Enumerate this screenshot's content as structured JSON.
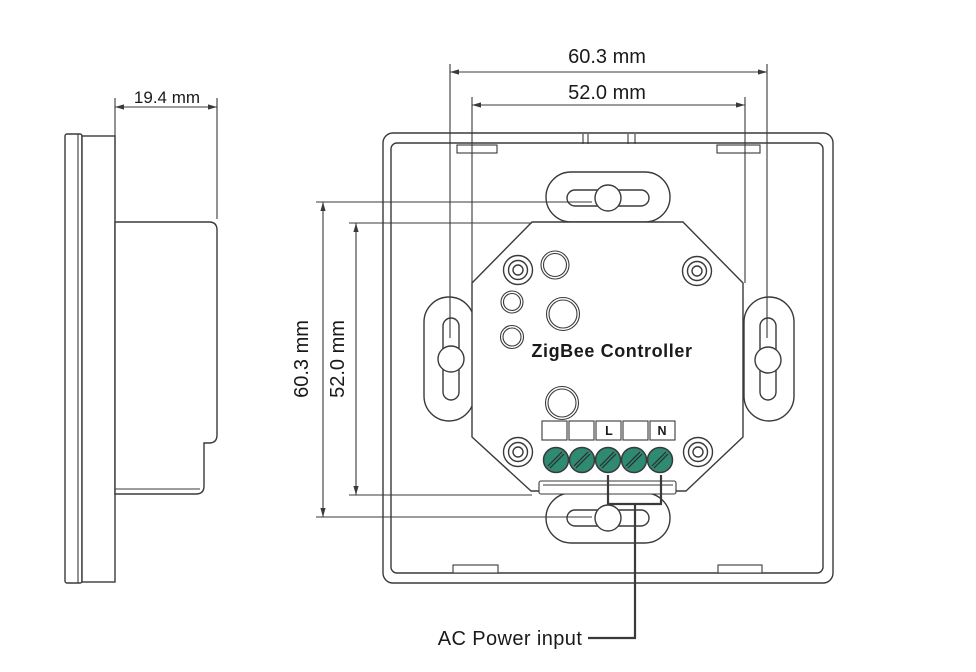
{
  "drawing": {
    "product_title": "ZigBee Controller",
    "ac_power_label": "AC Power input",
    "terminals": {
      "l": "L",
      "n": "N"
    },
    "dimensions": {
      "depth": "19.4 mm",
      "width_mount": "60.3 mm",
      "width_inner": "52.0 mm",
      "height_mount": "60.3 mm",
      "height_inner": "52.0 mm"
    },
    "colors": {
      "line": "#3a3a3a",
      "terminal_screw_green": "#2f8a72",
      "screw_slot": "#2c2c2c",
      "text": "#1a1a1a"
    }
  }
}
